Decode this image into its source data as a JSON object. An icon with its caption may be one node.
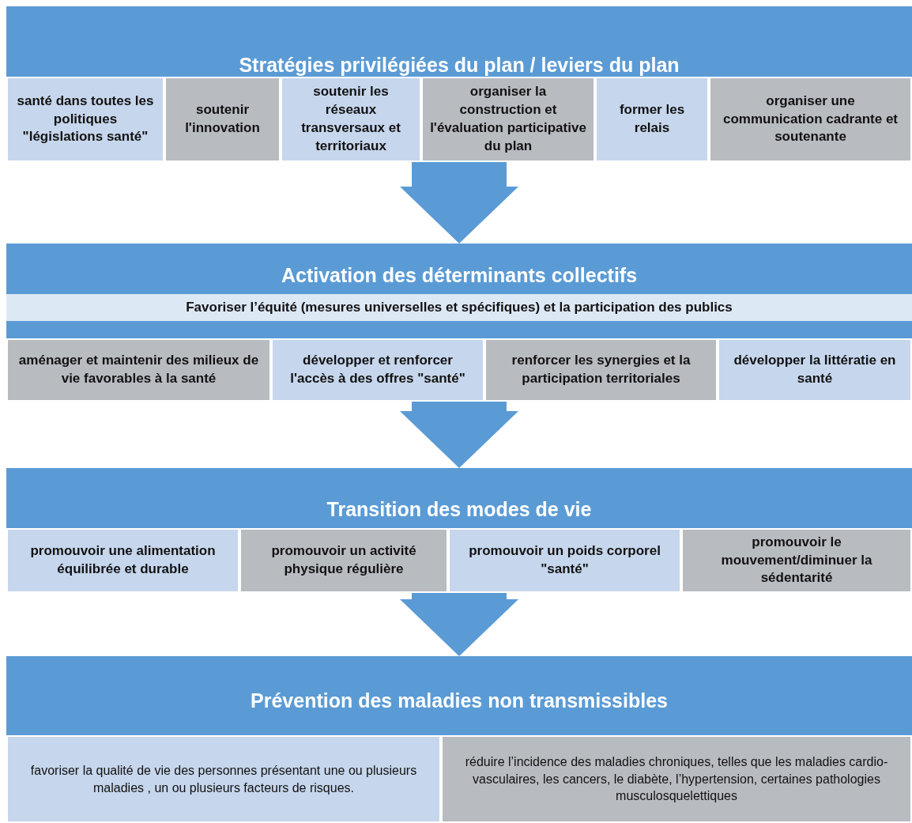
{
  "diagram": {
    "nodes": [
      {
        "text": [
          "Stratégies privilégiées du plan / leviers du plan"
        ]
      },
      {
        "text": [
          "santé dans toutes les politiques \"législations santé\""
        ],
        "in": 0
      },
      {
        "text": [
          "soutenir l'innovation"
        ],
        "in": 0
      },
      {
        "text": [
          "soutenir les réseaux transversaux et territoriaux"
        ],
        "in": 0
      },
      {
        "text": [
          "organiser la construction et l'évaluation participative du plan"
        ],
        "in": 0
      },
      {
        "text": [
          "former les relais"
        ],
        "in": 0
      },
      {
        "text": [
          "organiser une communication cadrante et soutenante"
        ],
        "in": 0
      },
      {
        "text": [
          "Activation des déterminants collectifs"
        ]
      },
      {
        "text": [
          "Favoriser l’équité (mesures universelles et spécifiques) et la participation des publics"
        ],
        "in": 7
      },
      {
        "text": [
          "aménager et maintenir des milieux de vie favorables à la santé"
        ],
        "in": 7
      },
      {
        "text": [
          "développer et renforcer l'accès à des offres \"santé\""
        ],
        "in": 7
      },
      {
        "text": [
          "renforcer les synergies et la participation territoriales"
        ],
        "in": 7
      },
      {
        "text": [
          "développer la littératie en santé"
        ],
        "in": 7
      },
      {
        "text": [
          "Transition des modes de vie"
        ]
      },
      {
        "text": [
          "promouvoir une alimentation équilibrée et durable"
        ],
        "in": 13
      },
      {
        "text": [
          "promouvoir un activité physique régulière"
        ],
        "in": 13
      },
      {
        "text": [
          "promouvoir un poids corporel \"santé\""
        ],
        "in": 13
      },
      {
        "text": [
          "promouvoir le mouvement/diminuer la sédentarité"
        ],
        "in": 13
      },
      {
        "text": [
          "Prévention des maladies non transmissibles"
        ]
      },
      {
        "text": [
          "favoriser la qualité de vie des personnes présentant une ou plusieurs maladies , un ou plusieurs facteurs de risques."
        ],
        "in": 18
      },
      {
        "text": [
          "réduire l’incidence des maladies chroniques, telles que les maladies cardio-vasculaires, les cancers, le diabète, l’hypertension, certaines pathologies musculosquelettiques"
        ],
        "in": 18
      }
    ],
    "edges": [
      {
        "from": 0,
        "to": 7,
        "arrow": "to"
      },
      {
        "from": 7,
        "to": 13,
        "arrow": "to"
      },
      {
        "from": 13,
        "to": 18,
        "arrow": "to"
      }
    ]
  }
}
